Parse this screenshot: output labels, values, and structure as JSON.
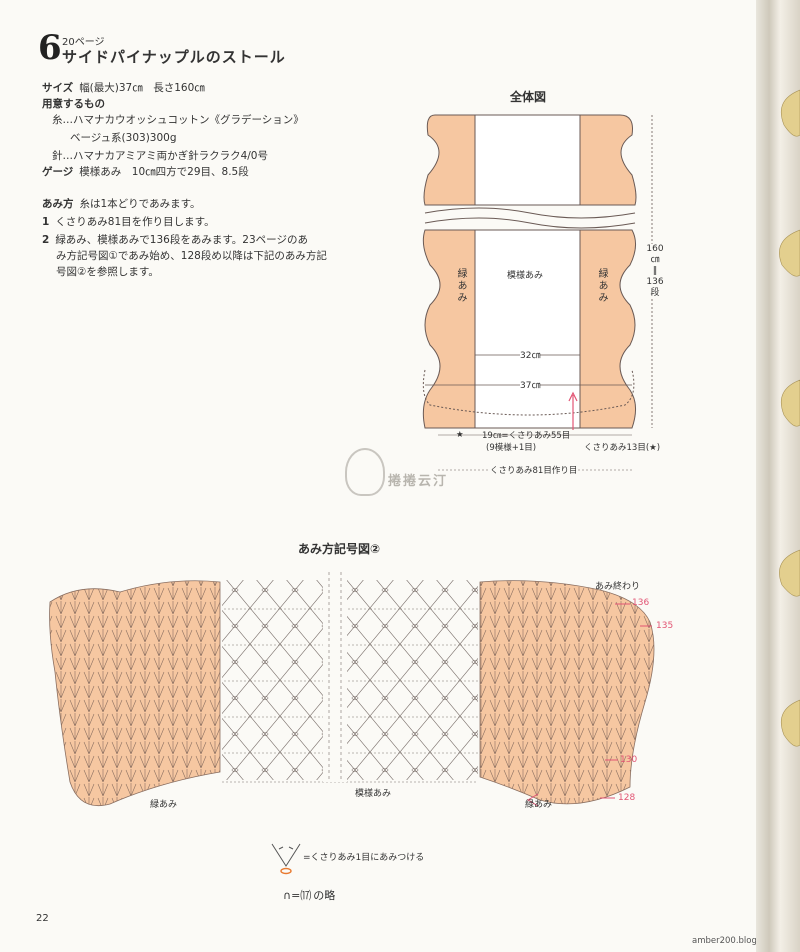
{
  "header": {
    "number": "6",
    "page_ref": "20ページ",
    "title": "サイドパイナップルのストール"
  },
  "info": {
    "size_label": "サイズ",
    "size_value": "幅(最大)37㎝　長さ160㎝",
    "materials_label": "用意するもの",
    "yarn_line": "糸…ハマナカウオッシュコットン《グラデーション》",
    "yarn_color": "ベージュ系(303)300g",
    "needle_line": "針…ハマナカアミアミ両かぎ針ラクラク4/0号",
    "gauge_label": "ゲージ",
    "gauge_value": "模様あみ　10㎝四方で29目、8.5段",
    "method_label": "あみ方",
    "method_value": "糸は1本どりであみます。",
    "step1_num": "1",
    "step1": "くさりあみ81目を作り目します。",
    "step2_num": "2",
    "step2_line1": "緑あみ、模様あみで136段をあみます。23ページのあ",
    "step2_line2": "み方記号図①であみ始め、128段め以降は下記のあみ方記",
    "step2_line3": "号図②を参照します。"
  },
  "overall": {
    "title": "全体図",
    "edge_left": "緑あみ",
    "center": "模様あみ",
    "edge_right": "緑あみ",
    "width_inner": "32㎝",
    "width_outer": "37㎝",
    "length_top": "160",
    "length_unit": "㎝",
    "length_eq": "‖",
    "length_rows": "136",
    "length_dan": "段",
    "bottom_center": "19㎝=くさりあみ55目",
    "bottom_center2": "(9模様+1目)",
    "bottom_right": "くさりあみ13目(★)",
    "bottom_star": "★",
    "bottom_total": "くさりあみ81目作り目"
  },
  "watermark": "捲捲云汀",
  "chart2": {
    "title": "あみ方記号図②",
    "end_label": "あみ終わり",
    "rows": [
      "136",
      "135",
      "130",
      "128"
    ],
    "label_left": "緑あみ",
    "label_center": "模様あみ",
    "label_right": "緑あみ"
  },
  "legend": {
    "v_text": "=くさりあみ1目にあみつける",
    "arch_text": "=",
    "arch_paren": "⒄",
    "arch_suffix": "の略"
  },
  "footer": {
    "page_number": "22",
    "source": "amber200.blog.163.com"
  },
  "colors": {
    "peach": "#f6c7a1",
    "outline": "#6a5a55",
    "pink": "#e25574"
  }
}
